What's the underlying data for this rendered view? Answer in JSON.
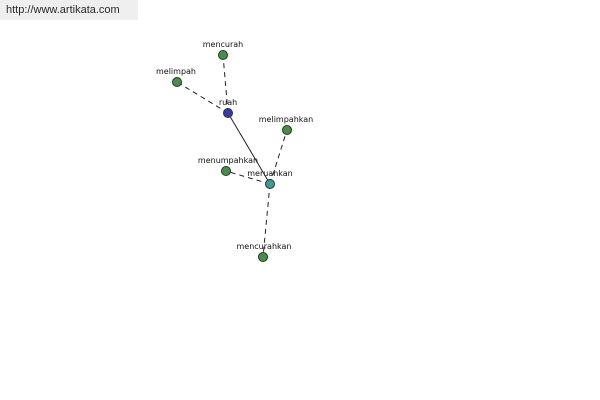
{
  "banner": {
    "url_text": "http://www.artikata.com"
  },
  "colors": {
    "leaf_node": "#4d8a4d",
    "root_node": "#3a3aa8",
    "hub_node": "#3f9a9a",
    "edge": "#222222"
  },
  "graph": {
    "nodes": [
      {
        "id": "ruah",
        "label": "ruah",
        "kind": "root"
      },
      {
        "id": "mencurah",
        "label": "mencurah",
        "kind": "leaf"
      },
      {
        "id": "melimpah",
        "label": "melimpah",
        "kind": "leaf"
      },
      {
        "id": "meruahkan",
        "label": "meruahkan",
        "kind": "hub"
      },
      {
        "id": "melimpahkan",
        "label": "melimpahkan",
        "kind": "leaf"
      },
      {
        "id": "menumpahkan",
        "label": "menumpahkan",
        "kind": "leaf"
      },
      {
        "id": "mencurahkan",
        "label": "mencurahkan",
        "kind": "leaf"
      }
    ],
    "edges": [
      {
        "from": "ruah",
        "to": "mencurah",
        "style": "dashed"
      },
      {
        "from": "ruah",
        "to": "melimpah",
        "style": "dashed"
      },
      {
        "from": "ruah",
        "to": "meruahkan",
        "style": "solid"
      },
      {
        "from": "meruahkan",
        "to": "melimpahkan",
        "style": "dashed"
      },
      {
        "from": "meruahkan",
        "to": "menumpahkan",
        "style": "dashed"
      },
      {
        "from": "meruahkan",
        "to": "mencurahkan",
        "style": "dashed"
      }
    ]
  }
}
